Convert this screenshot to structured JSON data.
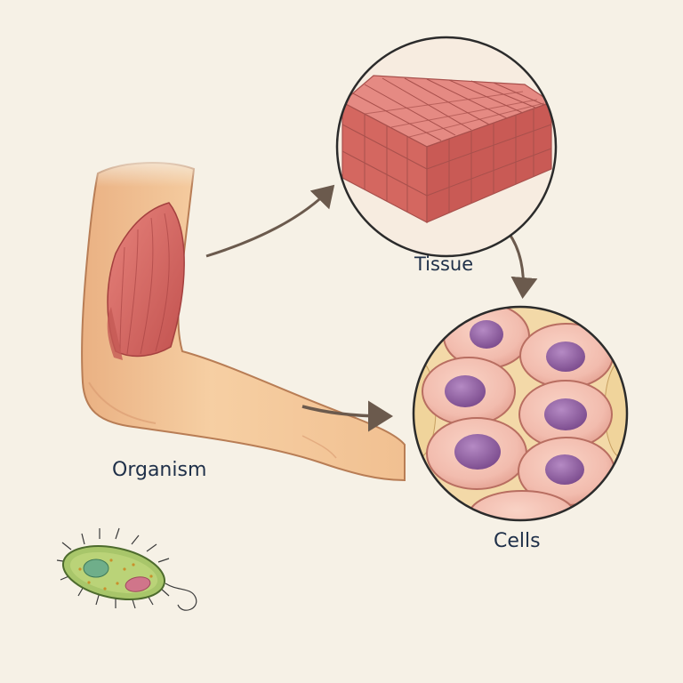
{
  "labels": {
    "organism": "Organism",
    "tissue": "Tissue",
    "cells": "Cells"
  },
  "colors": {
    "background": "#f6f1e6",
    "skin": "#f4c99b",
    "skin_shadow": "#e2a57a",
    "skin_outline": "#b87d55",
    "muscle": "#d96f6a",
    "muscle_dark": "#b24a48",
    "cell_body": "#f2bcae",
    "cell_outline": "#b86e61",
    "nucleus": "#8e5c9f",
    "arrow": "#6b5a4d",
    "text": "#1f3049",
    "bacterium": "#a8c66a",
    "circle_border": "#2b2b2b"
  },
  "icons": [
    "arm-with-muscle-illustration",
    "muscle-tissue-block-illustration",
    "cells-illustration",
    "bacterium-illustration"
  ]
}
